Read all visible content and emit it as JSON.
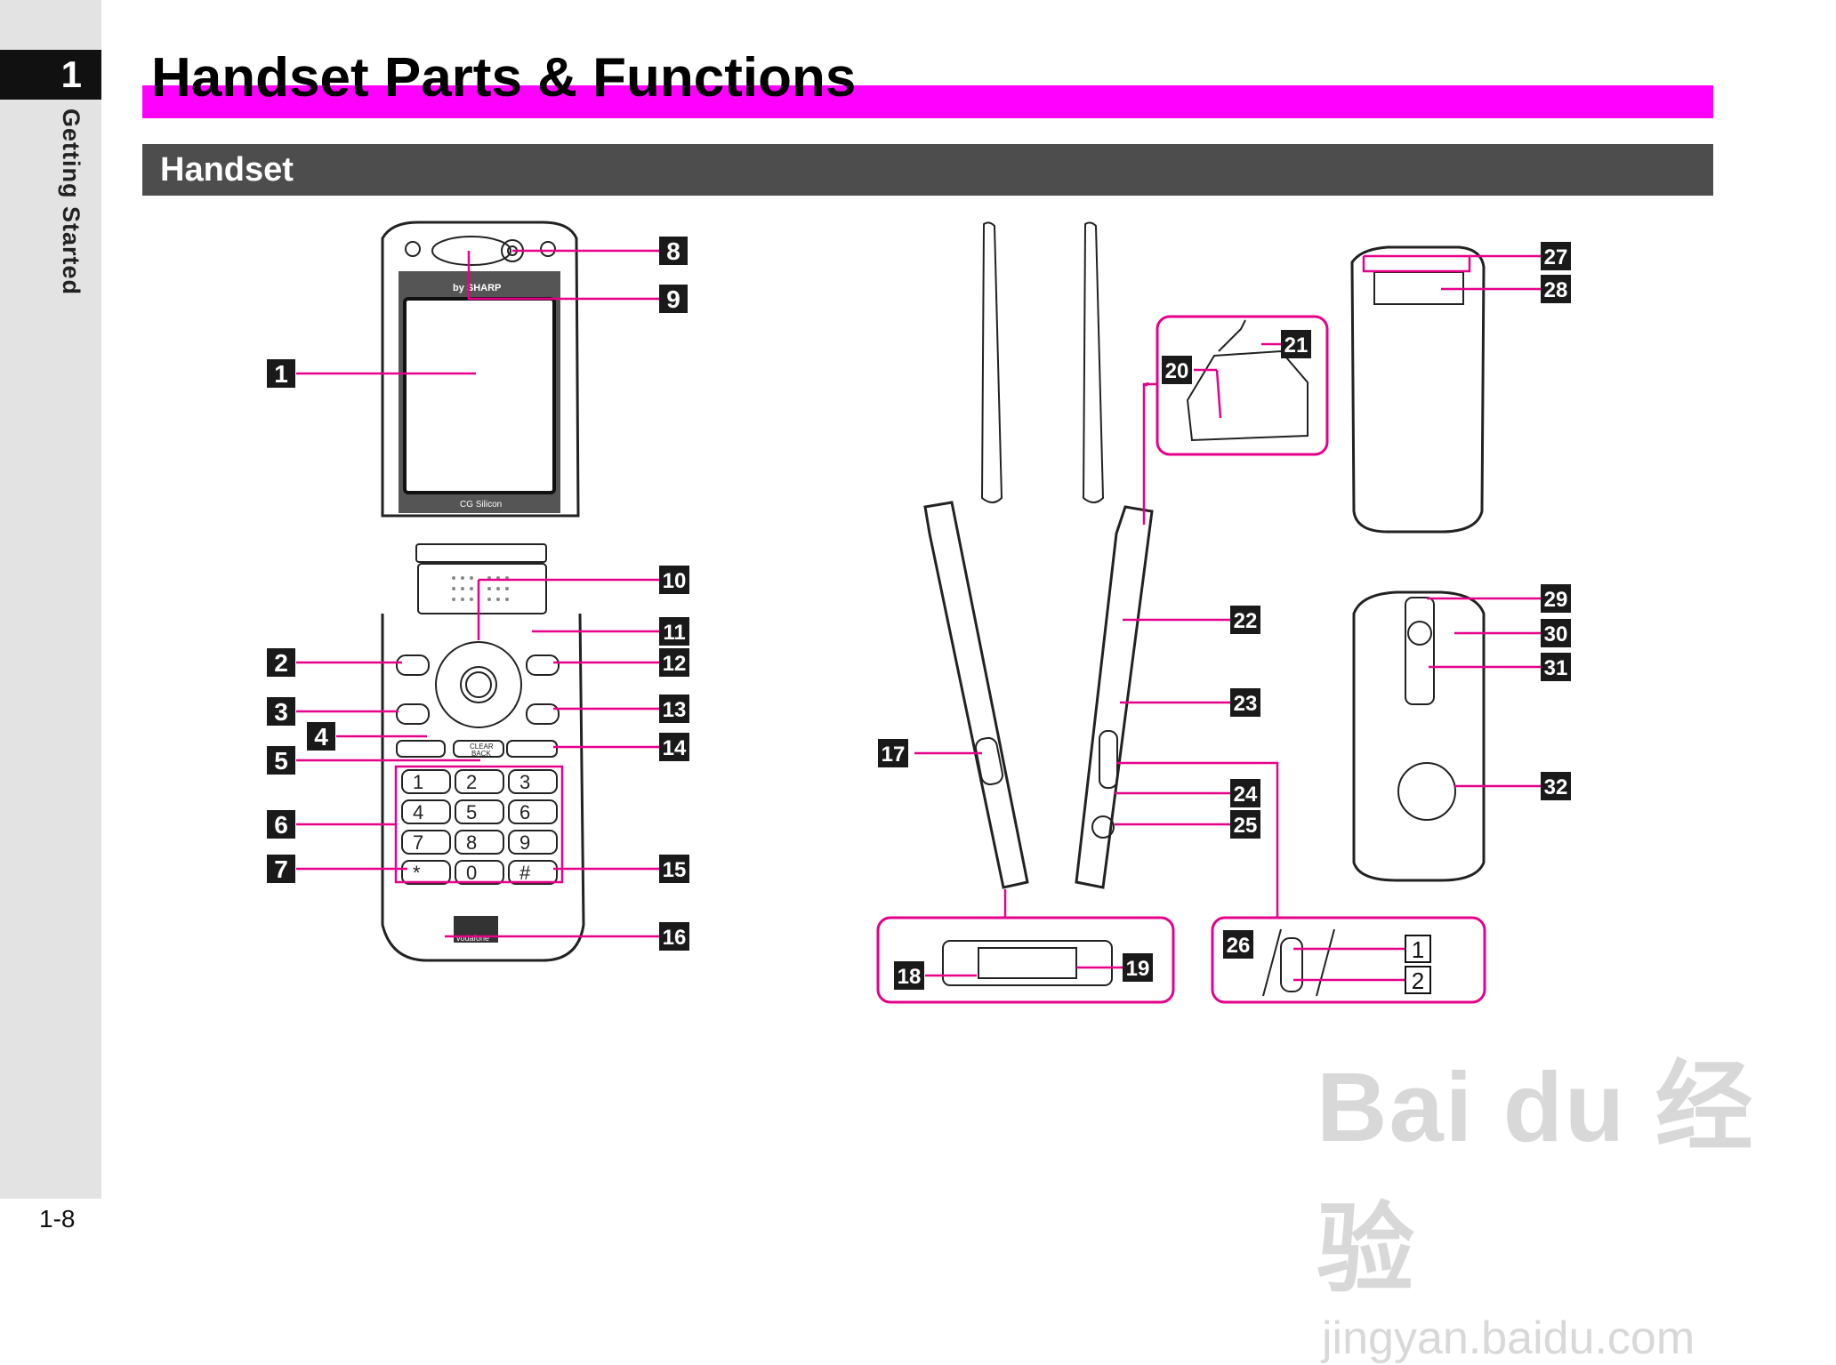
{
  "chapter": {
    "number": "1",
    "title": "Getting Started"
  },
  "page_number": "1-8",
  "title": "Handset Parts & Functions",
  "section": "Handset",
  "phone_labels": {
    "brand": "by SHARP",
    "screen_brand": "CG Silicon",
    "clear_key": "CLEAR",
    "back_key": "BACK",
    "carrier": "vodafone"
  },
  "keypad": [
    "1",
    "2",
    "3",
    "4",
    "5",
    "6",
    "7",
    "8",
    "9",
    "*",
    "0",
    "#"
  ],
  "callouts": [
    "1",
    "2",
    "3",
    "4",
    "5",
    "6",
    "7",
    "8",
    "9",
    "10",
    "11",
    "12",
    "13",
    "14",
    "15",
    "16",
    "17",
    "18",
    "19",
    "20",
    "21",
    "22",
    "23",
    "24",
    "25",
    "26",
    "27",
    "28",
    "29",
    "30",
    "31",
    "32"
  ],
  "sub_callouts": [
    "1",
    "2"
  ],
  "watermark": {
    "brand": "Bai du 经验",
    "url": "jingyan.baidu.com"
  },
  "colors": {
    "accent": "#ff00ff",
    "header_bar": "#4d4d4d",
    "callout_line": "#e6008a",
    "sidebar": "#e3e3e3"
  }
}
